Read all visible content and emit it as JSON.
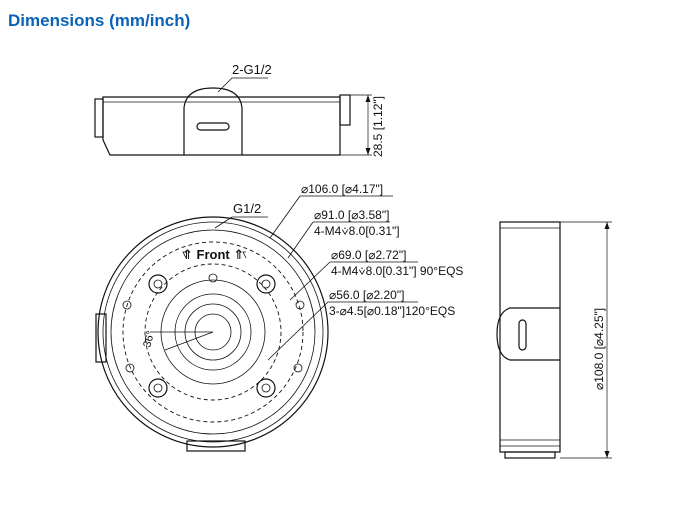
{
  "header": {
    "title": "Dimensions (mm/inch)",
    "title_color": "#0a63b8"
  },
  "side_view": {
    "port_label": "2-G1/2",
    "height_dim": "28.5 [1.12\"]"
  },
  "top_view": {
    "port_label": "G1/2",
    "front_label": "⇑ Front ⇑",
    "angle_label": "36°",
    "dims": [
      {
        "line1": "⌀106.0 [⌀4.17\"]",
        "line2": ""
      },
      {
        "line1": "⌀91.0 [⌀3.58\"]",
        "line2": "4-M4⩒8.0[0.31\"]"
      },
      {
        "line1": "⌀69.0 [⌀2.72\"]",
        "line2": "4-M4⩒8.0[0.31\"] 90°EQS"
      },
      {
        "line1": "⌀56.0 [⌀2.20\"]",
        "line2": "3-⌀4.5[⌀0.18\"]120°EQS"
      }
    ]
  },
  "right_view": {
    "diameter_dim": "⌀108.0 [⌀4.25\"]"
  }
}
